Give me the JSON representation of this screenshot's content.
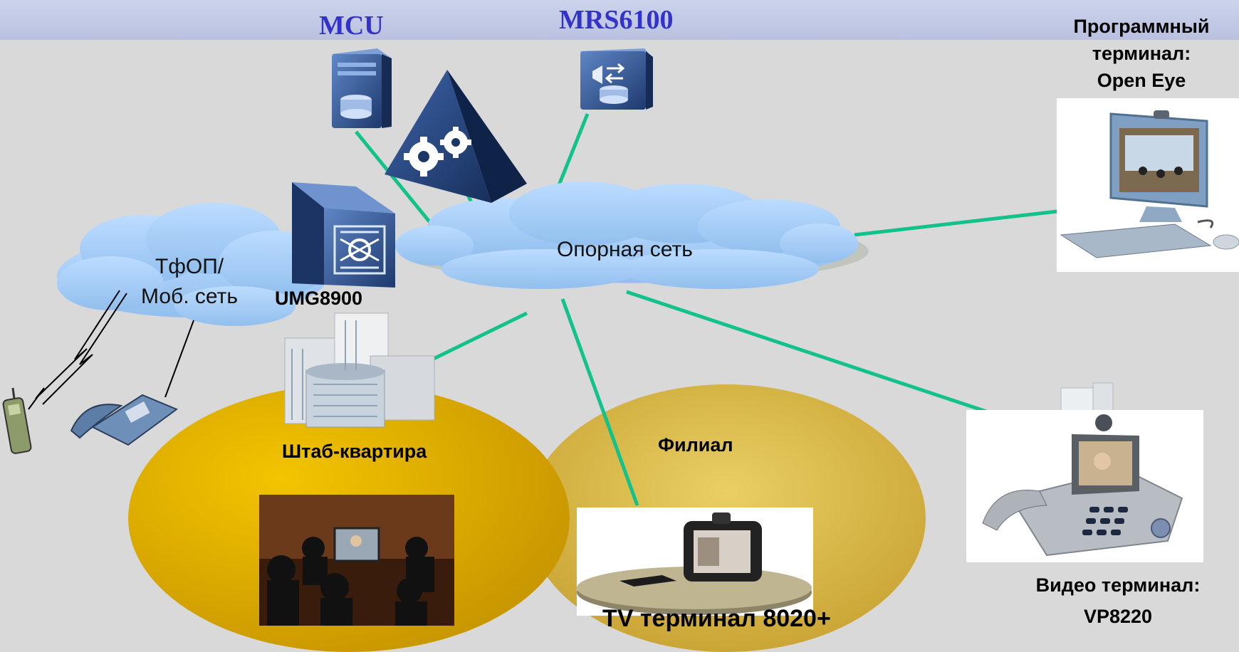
{
  "nodes": {
    "mcu": {
      "label": "MCU"
    },
    "mrs": {
      "label": "MRS6100"
    },
    "umg": {
      "label": "UMG8900"
    },
    "backbone": {
      "label": "Опорная сеть"
    },
    "pstn": {
      "line1": "ТфОП/",
      "line2": "Моб. сеть"
    },
    "softterm": {
      "line1": "Программный",
      "line2": "терминал:",
      "line3": "Open Eye"
    },
    "hq": {
      "label": "Штаб-квартира"
    },
    "branch": {
      "label": "Филиал"
    },
    "tv": {
      "label": "TV терминал 8020+"
    },
    "video": {
      "line1": "Видео терминал:",
      "line2": "VP8220"
    }
  },
  "colors": {
    "background": "#d9d9d9",
    "top_band": "#c3cbe6",
    "link": "#12c28a",
    "cloud": "#a8ccf2",
    "ellipse": "#e8b400",
    "mcu_label": "#3333cc"
  },
  "icons": [
    "server-icon",
    "gear-icon",
    "media-server-icon",
    "media-gateway-icon",
    "mobile-phone-icon",
    "desk-phone-icon",
    "building-icon",
    "computer-icon",
    "video-phone-icon",
    "tv-terminal-icon"
  ]
}
